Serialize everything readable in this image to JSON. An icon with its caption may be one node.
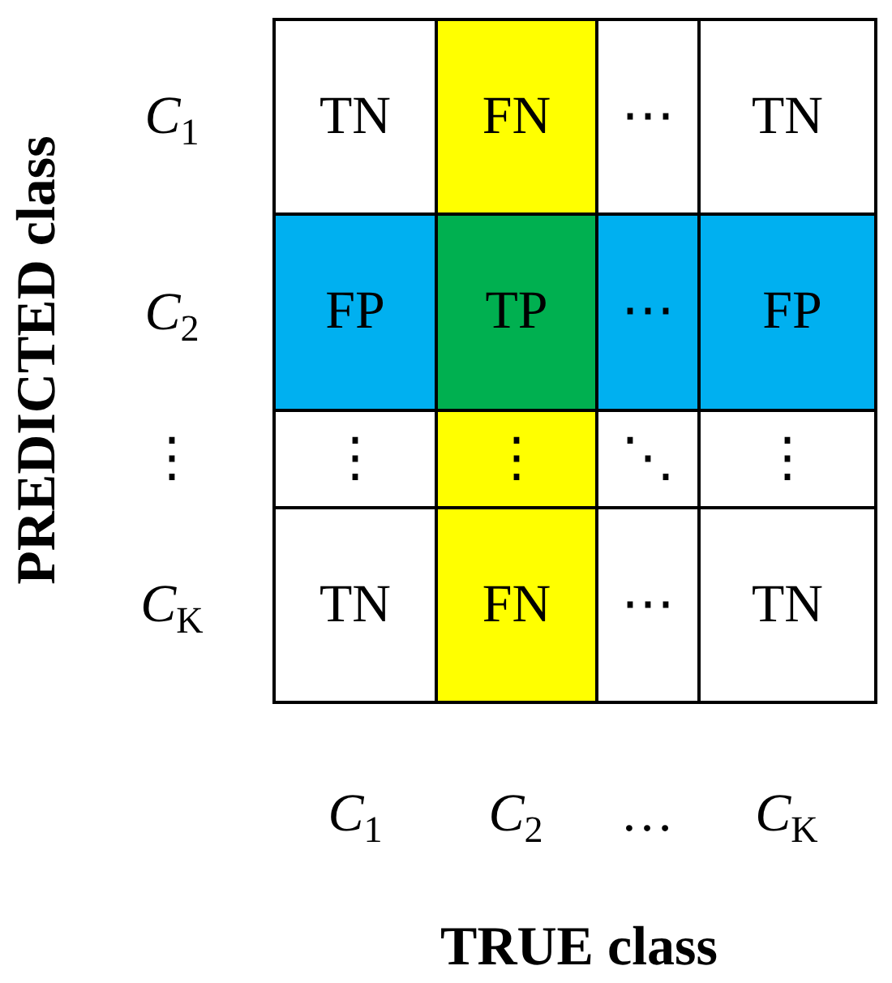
{
  "diagram": {
    "nodes": [
      {
        "text": [
          "TN"
        ]
      },
      {
        "text": [
          "FN"
        ]
      },
      {
        "text": [
          "⋯"
        ]
      },
      {
        "text": [
          "TN"
        ]
      },
      {
        "text": [
          "FP"
        ]
      },
      {
        "text": [
          "TP"
        ]
      },
      {
        "text": [
          "⋯"
        ]
      },
      {
        "text": [
          "FP"
        ]
      },
      {
        "text": [
          "⋮"
        ]
      },
      {
        "text": [
          "⋮"
        ]
      },
      {
        "text": [
          "⋱"
        ]
      },
      {
        "text": [
          "⋮"
        ]
      },
      {
        "text": [
          "TN"
        ]
      },
      {
        "text": [
          "FN"
        ]
      },
      {
        "text": [
          "⋯"
        ]
      },
      {
        "text": [
          "TN"
        ]
      }
    ],
    "labels": [
      "PREDICTED class",
      "*C*$_{1}$",
      "*C*$_{2}$",
      "⋮",
      "*C*$_{K}$",
      "*C*$_{1}$",
      "*C*$_{2}$",
      "…",
      "*C*$_{K}$",
      "TRUE class"
    ]
  }
}
